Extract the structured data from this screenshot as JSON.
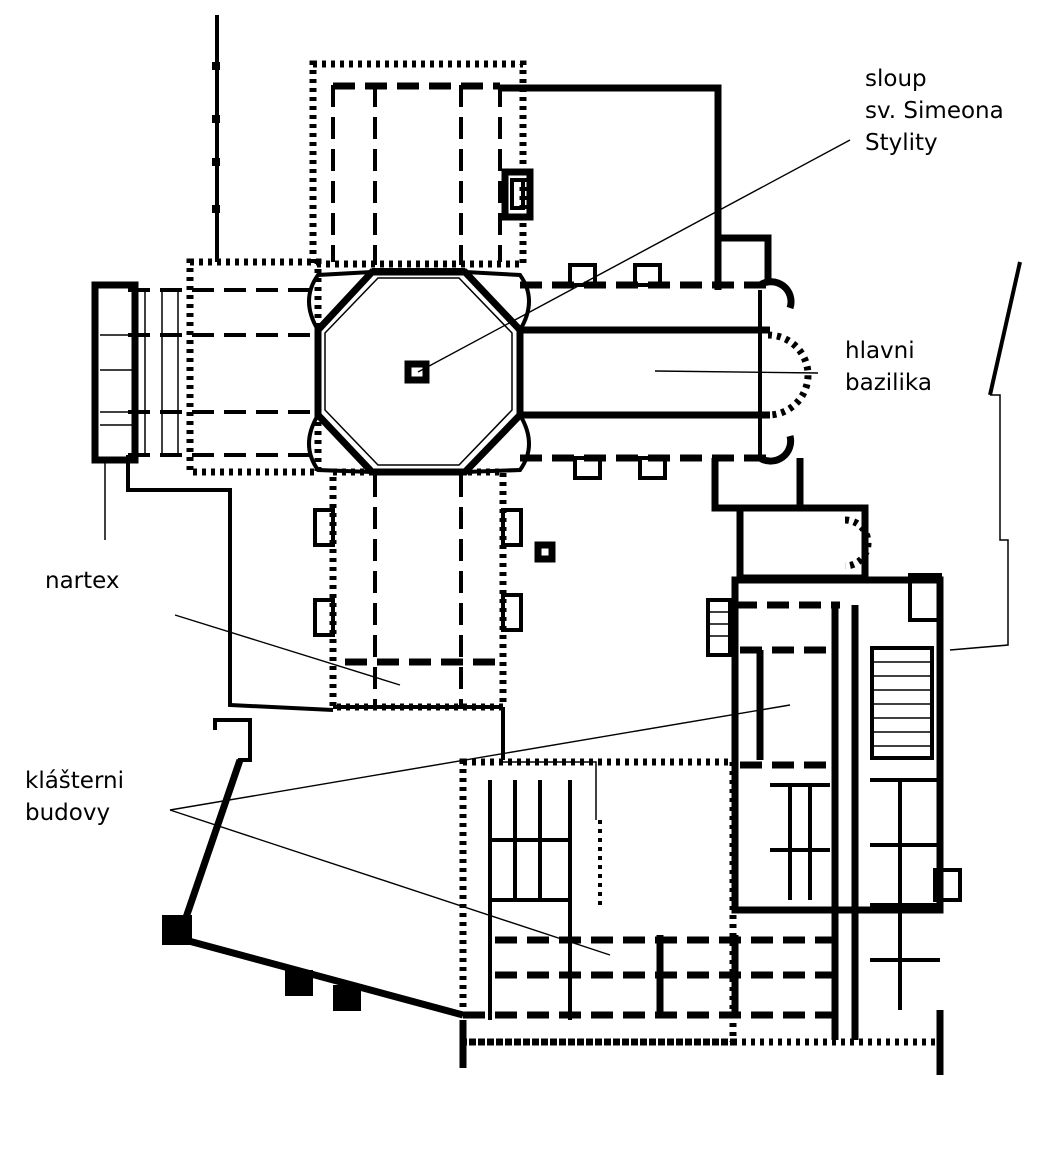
{
  "labels": {
    "column_line1": "sloup",
    "column_line2": "sv. Simeona",
    "column_line3": "Stylity",
    "basilica_line1": "hlavni",
    "basilica_line2": "bazilika",
    "narthex": "nartex",
    "monastery_line1": "klášterni",
    "monastery_line2": "budovy"
  },
  "colors": {
    "ink": "#000000",
    "paper": "#ffffff"
  }
}
